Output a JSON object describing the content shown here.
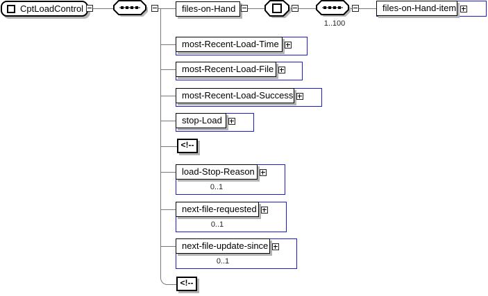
{
  "diagram_type": "xml-schema-content-model",
  "colors": {
    "container_blue": "#1a1ace",
    "shadow_gray": "#b4b4b4",
    "line_gray": "#777777",
    "box_border": "#000000"
  },
  "root": {
    "label": "CptLoadControl"
  },
  "compositors": {
    "outer_sequence": "sequence-compositor",
    "files_on_hand_type": "complextype-compositor",
    "inner_sequence": "sequence-compositor"
  },
  "top": {
    "files_on_hand": "files-on-Hand",
    "inner_sequence_occurs": "1..100",
    "item": "files-on-Hand-item"
  },
  "children": [
    {
      "label": "most-Recent-Load-Time",
      "occurs": ""
    },
    {
      "label": "most-Recent-Load-File",
      "occurs": ""
    },
    {
      "label": "most-Recent-Load-Success",
      "occurs": ""
    },
    {
      "label": "stop-Load",
      "occurs": ""
    },
    {
      "label": "<!--",
      "occurs": ""
    },
    {
      "label": "load-Stop-Reason",
      "occurs": "0..1"
    },
    {
      "label": "next-file-requested",
      "occurs": "0..1"
    },
    {
      "label": "next-file-update-since",
      "occurs": "0..1"
    },
    {
      "label": "<!--",
      "occurs": ""
    }
  ]
}
